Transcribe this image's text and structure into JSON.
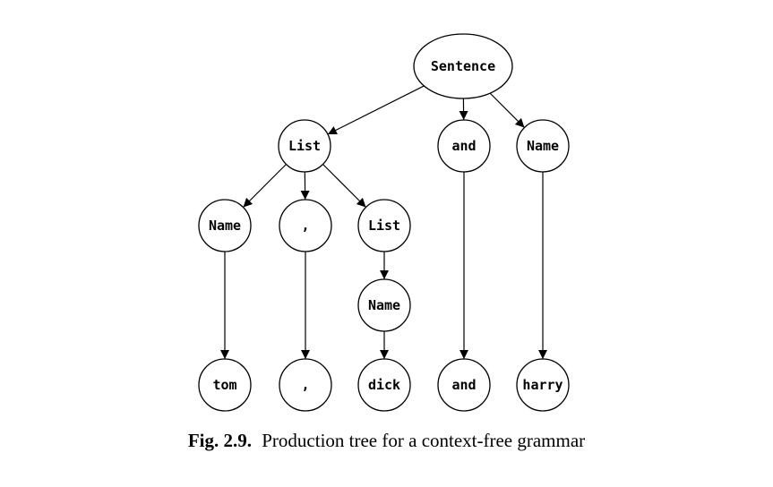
{
  "caption": {
    "label": "Fig. 2.9.",
    "text": "Production tree for a context-free grammar"
  },
  "tree": {
    "nodes": [
      {
        "id": "sentence",
        "label": "Sentence"
      },
      {
        "id": "list1",
        "label": "List"
      },
      {
        "id": "and1",
        "label": "and"
      },
      {
        "id": "name1",
        "label": "Name"
      },
      {
        "id": "name2",
        "label": "Name"
      },
      {
        "id": "comma1",
        "label": ","
      },
      {
        "id": "list2",
        "label": "List"
      },
      {
        "id": "name3",
        "label": "Name"
      },
      {
        "id": "tom",
        "label": "tom"
      },
      {
        "id": "comma2",
        "label": ","
      },
      {
        "id": "dick",
        "label": "dick"
      },
      {
        "id": "and2",
        "label": "and"
      },
      {
        "id": "harry",
        "label": "harry"
      }
    ],
    "edges": [
      [
        "sentence",
        "list1"
      ],
      [
        "sentence",
        "and1"
      ],
      [
        "sentence",
        "name1"
      ],
      [
        "list1",
        "name2"
      ],
      [
        "list1",
        "comma1"
      ],
      [
        "list1",
        "list2"
      ],
      [
        "list2",
        "name3"
      ],
      [
        "name2",
        "tom"
      ],
      [
        "comma1",
        "comma2"
      ],
      [
        "name3",
        "dick"
      ],
      [
        "and1",
        "and2"
      ],
      [
        "name1",
        "harry"
      ]
    ]
  }
}
